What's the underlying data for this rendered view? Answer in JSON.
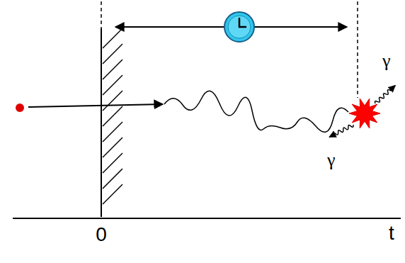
{
  "diagram": {
    "labels": [
      "0",
      "t",
      "γ",
      "γ"
    ]
  }
}
